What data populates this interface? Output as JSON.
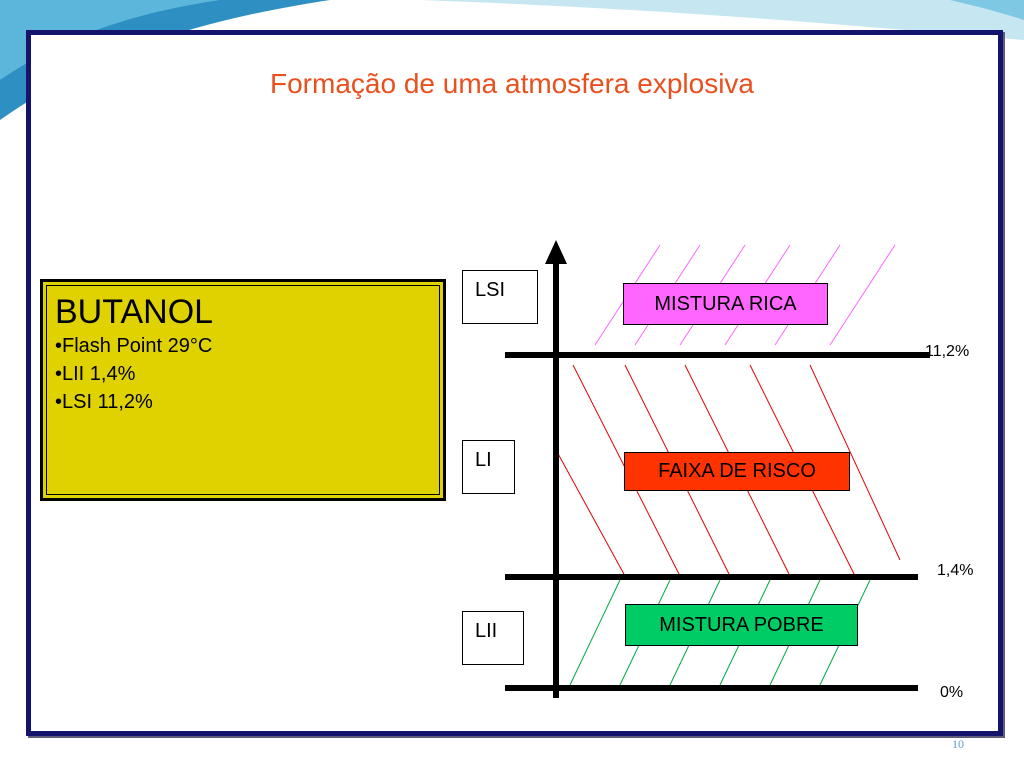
{
  "title": "Formação de uma atmosfera explosiva",
  "info_box": {
    "title": "BUTANOL",
    "lines": [
      "•Flash Point 29°C",
      "•LII 1,4%",
      "•LSI 11,2%"
    ]
  },
  "side_labels": {
    "lsi": "LSI",
    "li": "LI",
    "lii": "LII"
  },
  "zones": {
    "rich": "MISTURA RICA",
    "risk": "FAIXA DE RISCO",
    "poor": "MISTURA POBRE"
  },
  "levels": {
    "upper": "11,2%",
    "lower": "1,4%",
    "zero": "0%"
  },
  "colors": {
    "title": "#e8501e",
    "info_box": "#e0d200",
    "rich": "#ff66ff",
    "risk": "#ff3300",
    "poor": "#00cc66",
    "frame": "#14146e"
  },
  "slide_number": "10"
}
